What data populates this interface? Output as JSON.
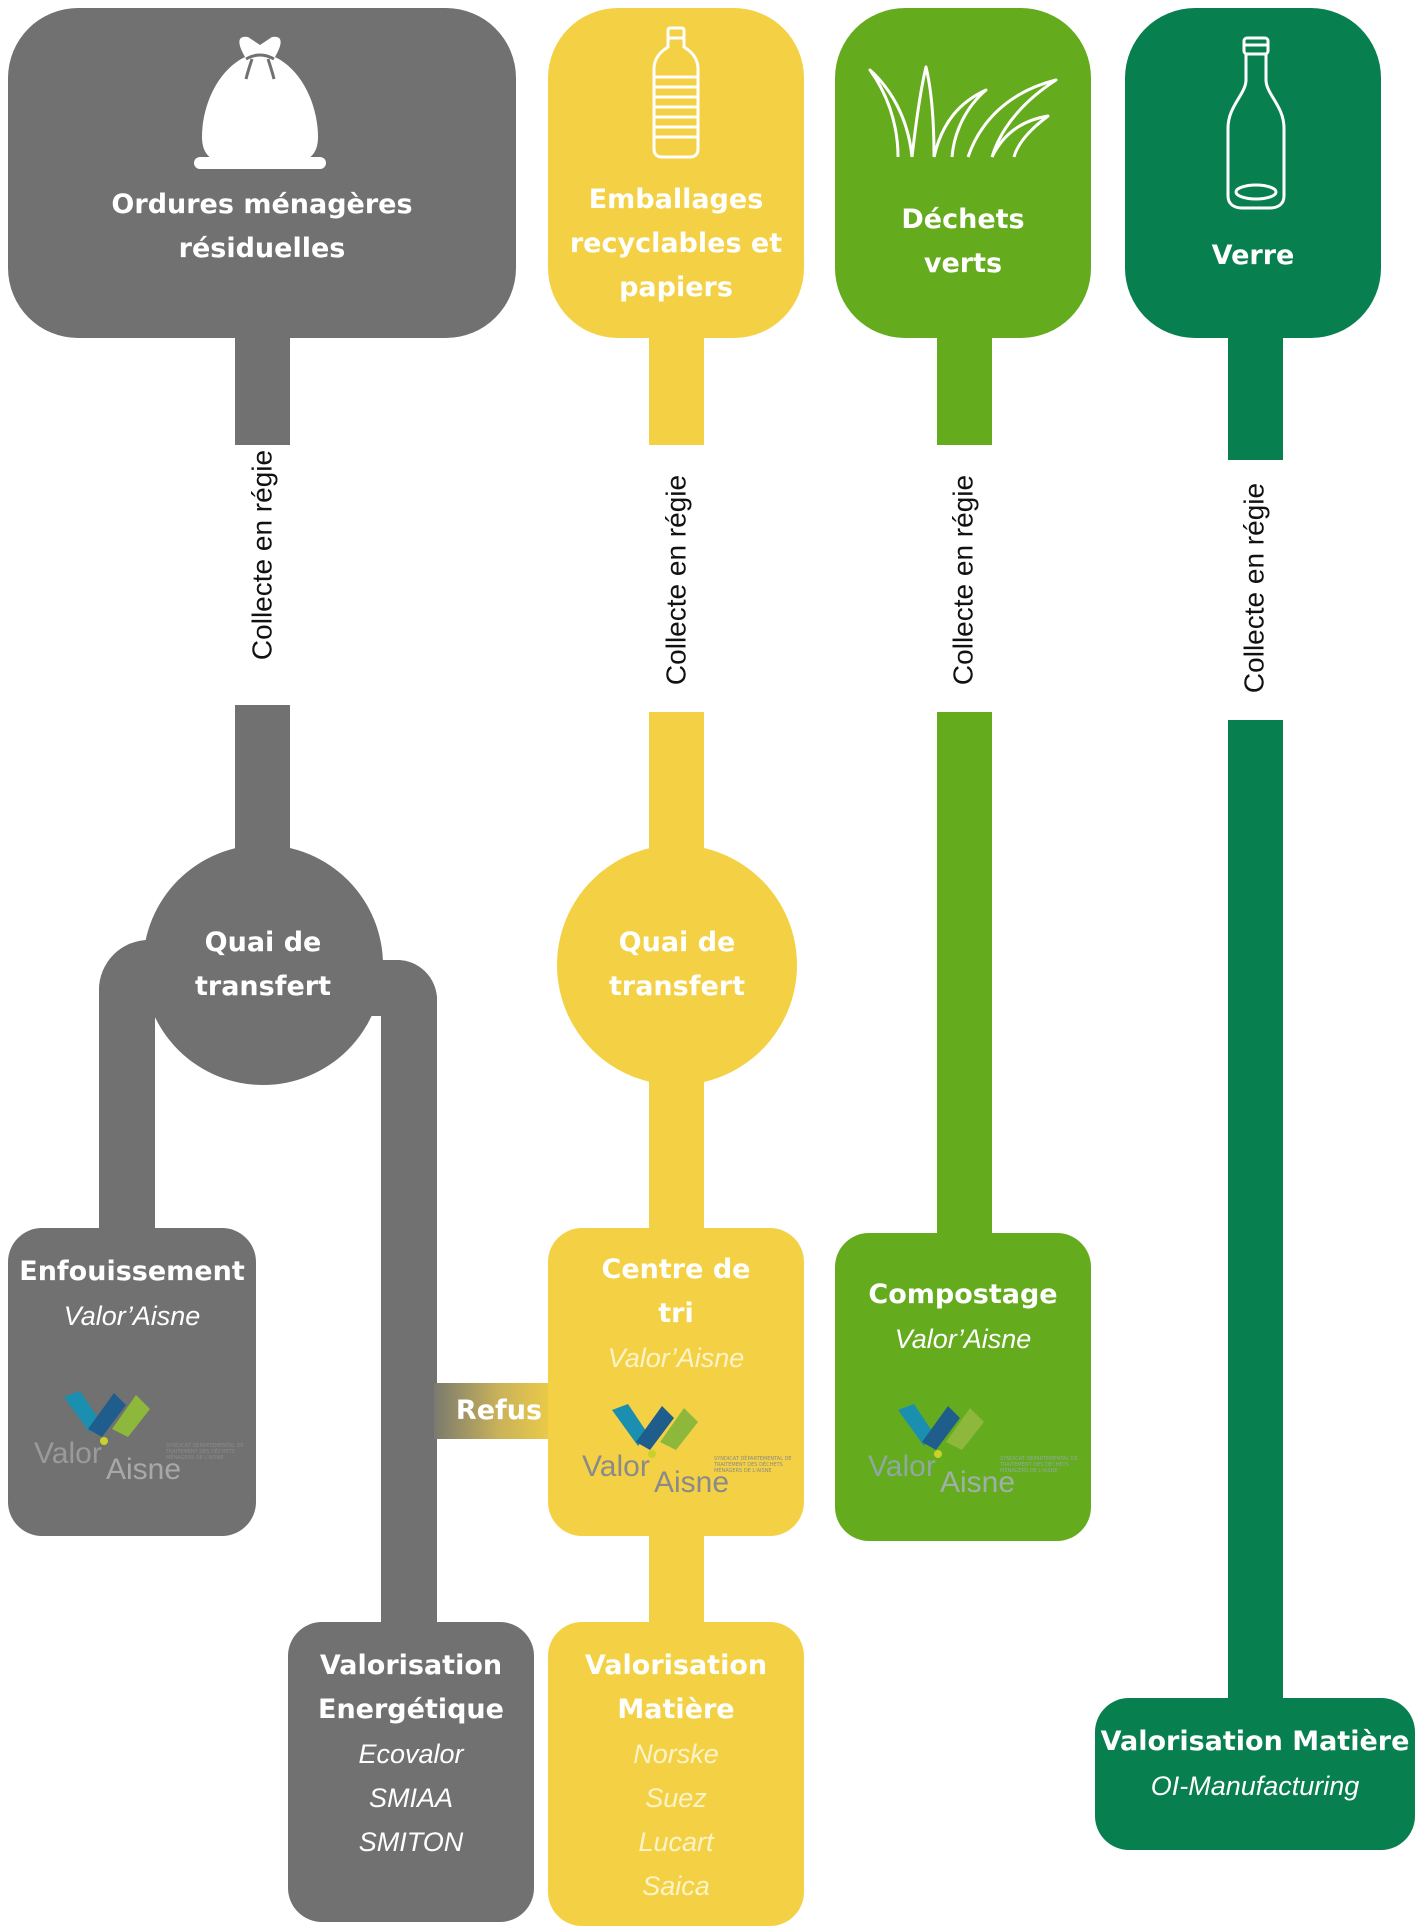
{
  "colors": {
    "grey": "#717171",
    "yellow": "#f4d144",
    "light_green": "#65ab1e",
    "dark_green": "#077f4e"
  },
  "columns": {
    "omr": {
      "icon": "trash-bag-icon",
      "title_line1": "Ordures ménagères",
      "title_line2": "résiduelles",
      "flow_label": "Collecte en régie",
      "hub_line1": "Quai de",
      "hub_line2": "transfert"
    },
    "emballages": {
      "icon": "plastic-bottle-icon",
      "title_line1": "Emballages",
      "title_line2": "recyclables et",
      "title_line3": "papiers",
      "flow_label": "Collecte en régie",
      "hub_line1": "Quai de",
      "hub_line2": "transfert"
    },
    "dechets_verts": {
      "icon": "grass-icon",
      "title_line1": "Déchets",
      "title_line2": "verts",
      "flow_label": "Collecte en régie"
    },
    "verre": {
      "icon": "glass-bottle-icon",
      "title": "Verre",
      "flow_label": "Collecte en régie"
    }
  },
  "destinations": {
    "enfouissement": {
      "title": "Enfouissement",
      "operator": "Valor’Aisne"
    },
    "valorisation_energetique": {
      "title_line1": "Valorisation",
      "title_line2": "Energétique",
      "operators": [
        "Ecovalor",
        "SMIAA",
        "SMITON"
      ]
    },
    "centre_de_tri": {
      "title_line1": "Centre de",
      "title_line2": "tri",
      "operator": "Valor’Aisne"
    },
    "valorisation_matiere_emballages": {
      "title_line1": "Valorisation",
      "title_line2": "Matière",
      "operators": [
        "Norske",
        "Suez",
        "Lucart",
        "Saica"
      ]
    },
    "compostage": {
      "title": "Compostage",
      "operator": "Valor’Aisne"
    },
    "valorisation_matiere_verre": {
      "title": "Valorisation Matière",
      "operator": "OI-Manufacturing"
    }
  },
  "refus_label": "Refus",
  "logo": {
    "word1": "Valor",
    "word2": "Aisne",
    "tagline": "SYNDICAT DÉPARTEMENTAL DE TRAITEMENT DES DÉCHETS MÉNAGERS DE L'AISNE"
  }
}
